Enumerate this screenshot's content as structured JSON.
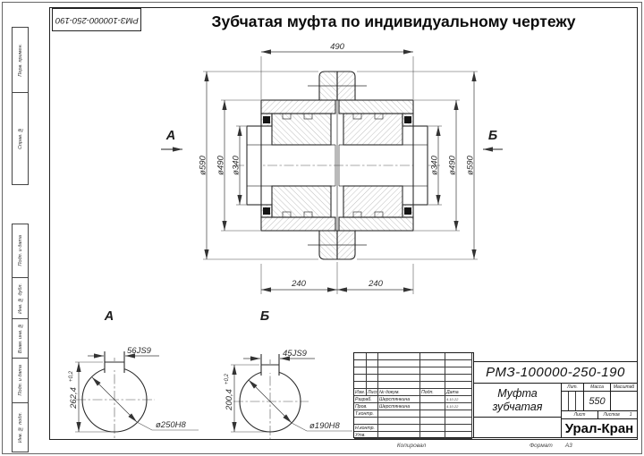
{
  "sheet": {
    "title": "Зубчатая муфта по индивидуальному чертежу",
    "margin_labels": [
      "Перв. примен.",
      "Справ. №",
      "Подп. и дата",
      "Инв. № дубл.",
      "Взам. инв. №",
      "Подп. и дата",
      "Инв. № подл."
    ],
    "footer": {
      "copied": "Копировал",
      "format_label": "Формат",
      "format_value": "А3"
    }
  },
  "main_view": {
    "length": "490",
    "dia_590": "ø590",
    "dia_490": "ø490",
    "dia_340": "ø340",
    "left_240": "240",
    "right_240": "240",
    "view_a": "А",
    "view_b": "Б"
  },
  "sections": {
    "a": {
      "label": "А",
      "keyway": "56JS9",
      "height": "262,4",
      "tol": "+0,2",
      "bore": "ø250Н8"
    },
    "b": {
      "label": "Б",
      "keyway": "45JS9",
      "height": "200,4",
      "tol": "+0,2",
      "bore": "ø190Н8"
    }
  },
  "title_block": {
    "doc_number": "РМЗ-100000-250-190",
    "name_line1": "Муфта",
    "name_line2": "зубчатая",
    "company": "Урал-Кран",
    "mass_value": "550",
    "lit_label": "Лит.",
    "mass_label": "Масса",
    "scale_label": "Масштаб",
    "sheet_label": "Лист",
    "sheets_label": "Листов",
    "sheets_value": "1",
    "cols": [
      "Изм.",
      "Лист",
      "№ докум.",
      "Подп.",
      "Дата"
    ],
    "rows": [
      {
        "role": "Разраб.",
        "name": "Шерстянкина",
        "date": "4.10.22"
      },
      {
        "role": "Пров.",
        "name": "Шерстянкина",
        "date": "4.10.22"
      },
      {
        "role": "Т.контр.",
        "name": "",
        "date": ""
      },
      {
        "role": "",
        "name": "",
        "date": ""
      },
      {
        "role": "Н.контр.",
        "name": "",
        "date": ""
      },
      {
        "role": "Утв.",
        "name": "",
        "date": ""
      }
    ]
  }
}
